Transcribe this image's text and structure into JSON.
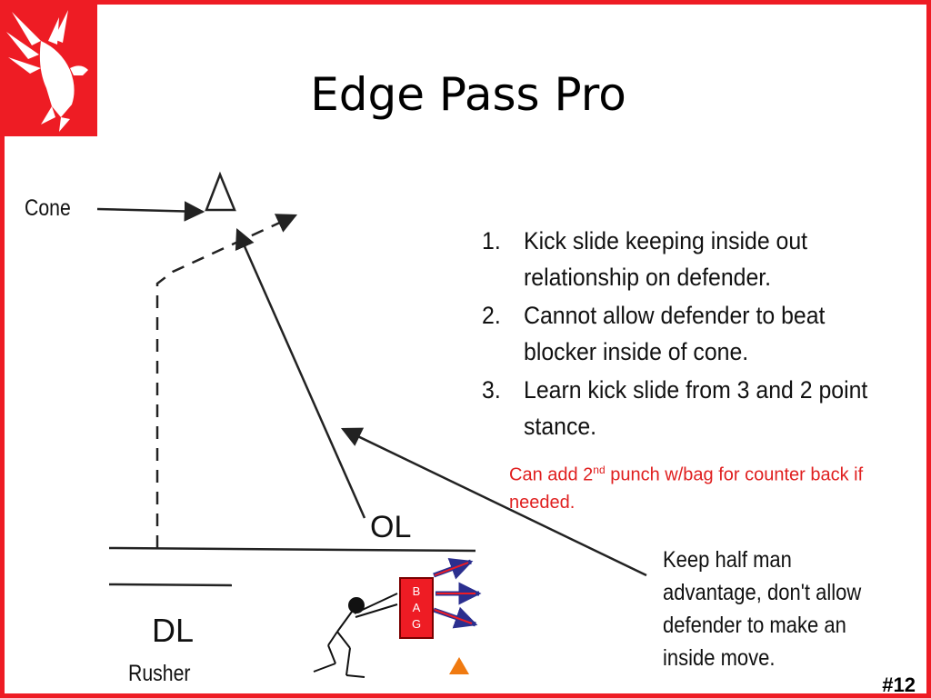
{
  "title": "Edge Pass Pro",
  "labels": {
    "cone": "Cone",
    "ol": "OL",
    "dl": "DL",
    "rusher": "Rusher"
  },
  "steps": [
    {
      "num": "1.",
      "text": "Kick slide keeping inside out relationship on defender."
    },
    {
      "num": "2.",
      "text": "Cannot allow defender to beat blocker inside of cone."
    },
    {
      "num": "3.",
      "text": "Learn kick slide from 3 and 2 point stance."
    }
  ],
  "note": {
    "part1": "Can add 2",
    "sup": "nd",
    "part2": " punch w/bag for counter back if needed."
  },
  "advice": "Keep half man advantage, don't allow defender to make an inside move.",
  "bag_letters": [
    "B",
    "A",
    "G"
  ],
  "slide_number": "#12",
  "colors": {
    "border": "#ee1c24",
    "note_text": "#e02020",
    "bag_arrow": "#2b2f8f",
    "cone_marker": "#f07a10"
  },
  "icons": {
    "logo": "eagle-logo",
    "cone": "triangle-cone-icon",
    "marker": "orange-triangle-icon"
  }
}
